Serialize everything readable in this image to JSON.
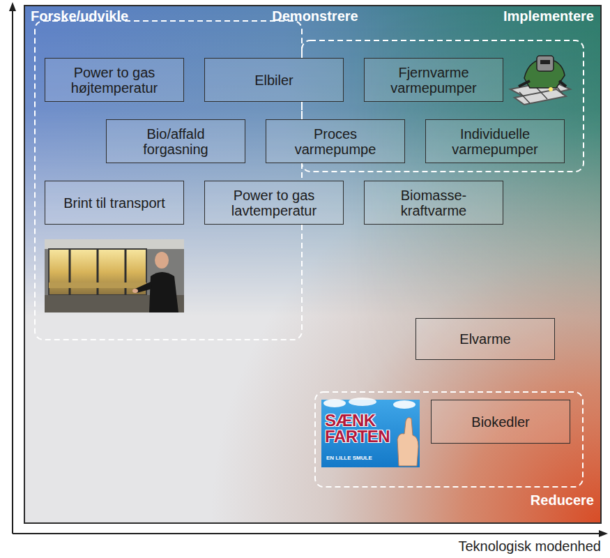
{
  "diagram": {
    "nodes": [
      {
        "text": [
          "Power to gas højtemperatur"
        ]
      },
      {
        "text": [
          "Elbiler"
        ]
      },
      {
        "text": [
          "Fjernvarme varmepumper"
        ]
      },
      {
        "text": [
          "Bio/affald forgasning"
        ]
      },
      {
        "text": [
          "Proces varmepumpe"
        ]
      },
      {
        "text": [
          "Individuelle varmepumper"
        ]
      },
      {
        "text": [
          "Brint til transport"
        ]
      },
      {
        "text": [
          "Power to gas lavtemperatur"
        ]
      },
      {
        "text": [
          "Biomasse-kraftvarme"
        ]
      },
      {
        "text": [
          "Elvarme"
        ]
      },
      {
        "text": [
          "Biokedler"
        ]
      }
    ],
    "labels": [
      "Forske/udvikle",
      "Demonstrere",
      "Implementere",
      "Reducere",
      "SÆNK FARTEN",
      "EN LILLE SMULE",
      "Teknologisk modenhed"
    ]
  }
}
